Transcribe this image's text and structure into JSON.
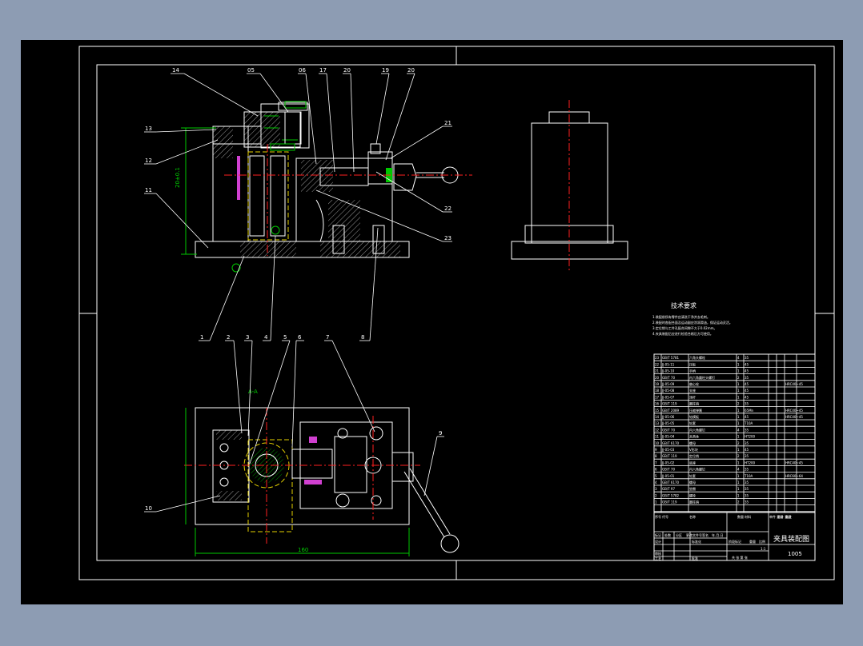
{
  "drawing": {
    "title_block_name": "夹具装配图",
    "title_block_code": "1005",
    "tech_req": {
      "title": "技术要求",
      "lines": [
        "1.装配前所有零件应清洗干净并去毛刺。",
        "2.装配时各配合面及运动副应涂润滑油，保证运动灵活。",
        "3.定位销与工件孔配合间隙不大于0.02mm。",
        "4.夹具装配后应进行检验合格后方可使用。"
      ]
    },
    "balloons_top": [
      "14",
      "05",
      "06",
      "17",
      "20",
      "19",
      "20",
      "21",
      "22",
      "23",
      "13",
      "12",
      "11"
    ],
    "balloons_bottom": [
      "1",
      "2",
      "3",
      "4",
      "5",
      "6",
      "7",
      "8",
      "9",
      "10"
    ],
    "bom": {
      "header": [
        "序号",
        "代号",
        "名称",
        "数量",
        "材料",
        "单件 重量",
        "总计 重量",
        "备注"
      ],
      "rows": [
        {
          "no": "23",
          "code": "GB/T 5781",
          "name": "六角头螺栓",
          "qty": "4",
          "mat": "35",
          "note": ""
        },
        {
          "no": "22",
          "code": "JJ-05-11",
          "name": "压板",
          "qty": "1",
          "mat": "45",
          "note": ""
        },
        {
          "no": "21",
          "code": "JJ-05-10",
          "name": "手柄",
          "qty": "1",
          "mat": "45",
          "note": ""
        },
        {
          "no": "20",
          "code": "GB/T 70",
          "name": "内六角圆柱头螺钉",
          "qty": "2",
          "mat": "35",
          "note": ""
        },
        {
          "no": "19",
          "code": "JJ-05-09",
          "name": "偏心轮",
          "qty": "1",
          "mat": "45",
          "note": "HRC40~45"
        },
        {
          "no": "18",
          "code": "JJ-05-08",
          "name": "支座",
          "qty": "1",
          "mat": "45",
          "note": ""
        },
        {
          "no": "17",
          "code": "JJ-05-07",
          "name": "顶杆",
          "qty": "1",
          "mat": "45",
          "note": ""
        },
        {
          "no": "16",
          "code": "GB/T 119",
          "name": "圆柱销",
          "qty": "2",
          "mat": "35",
          "note": ""
        },
        {
          "no": "15",
          "code": "GB/T 2089",
          "name": "压缩弹簧",
          "qty": "1",
          "mat": "65Mn",
          "note": "HRC40~45"
        },
        {
          "no": "14",
          "code": "JJ-05-06",
          "name": "钻模板",
          "qty": "1",
          "mat": "45",
          "note": "HRC40~45"
        },
        {
          "no": "13",
          "code": "JJ-05-05",
          "name": "钻套",
          "qty": "1",
          "mat": "T10A",
          "note": ""
        },
        {
          "no": "12",
          "code": "GB/T 70",
          "name": "内六角螺钉",
          "qty": "4",
          "mat": "35",
          "note": ""
        },
        {
          "no": "11",
          "code": "JJ-05-04",
          "name": "夹具体",
          "qty": "1",
          "mat": "HT200",
          "note": ""
        },
        {
          "no": "10",
          "code": "GB/T 6170",
          "name": "螺母",
          "qty": "2",
          "mat": "35",
          "note": ""
        },
        {
          "no": "9",
          "code": "JJ-05-03",
          "name": "V形块",
          "qty": "1",
          "mat": "45",
          "note": ""
        },
        {
          "no": "8",
          "code": "GB/T 119",
          "name": "定位销",
          "qty": "2",
          "mat": "35",
          "note": ""
        },
        {
          "no": "7",
          "code": "JJ-05-02",
          "name": "底座",
          "qty": "1",
          "mat": "HT200",
          "note": "HRC40~45"
        },
        {
          "no": "6",
          "code": "GB/T 70",
          "name": "内六角螺钉",
          "qty": "4",
          "mat": "35",
          "note": ""
        },
        {
          "no": "5",
          "code": "JJ-05-01",
          "name": "钻套",
          "qty": "1",
          "mat": "T10A",
          "note": "HRC60~64"
        },
        {
          "no": "4",
          "code": "GB/T 6170",
          "name": "螺母",
          "qty": "1",
          "mat": "35",
          "note": ""
        },
        {
          "no": "3",
          "code": "GB/T 97",
          "name": "垫圈",
          "qty": "1",
          "mat": "35",
          "note": ""
        },
        {
          "no": "2",
          "code": "GB/T 5782",
          "name": "螺栓",
          "qty": "1",
          "mat": "35",
          "note": ""
        },
        {
          "no": "1",
          "code": "GB/T 119",
          "name": "圆柱销",
          "qty": "2",
          "mat": "35",
          "note": ""
        }
      ]
    },
    "title_block": {
      "row1": [
        "标记",
        "处数",
        "分区",
        "更改文件号",
        "签名",
        "年.月.日"
      ],
      "design": "设计",
      "standard": "标准化",
      "check": "审核",
      "process": "工艺",
      "approve": "批准",
      "stage": "阶段标记",
      "weight": "重量",
      "scale": "比例",
      "scale_val": "1:1",
      "sheets": "共 张 第 张"
    },
    "colors": {
      "line": "#ffffff",
      "green": "#00c800",
      "red": "#ff2020",
      "yellow": "#e6d200",
      "background": "#000000",
      "frame": "#8d9cb3"
    }
  }
}
